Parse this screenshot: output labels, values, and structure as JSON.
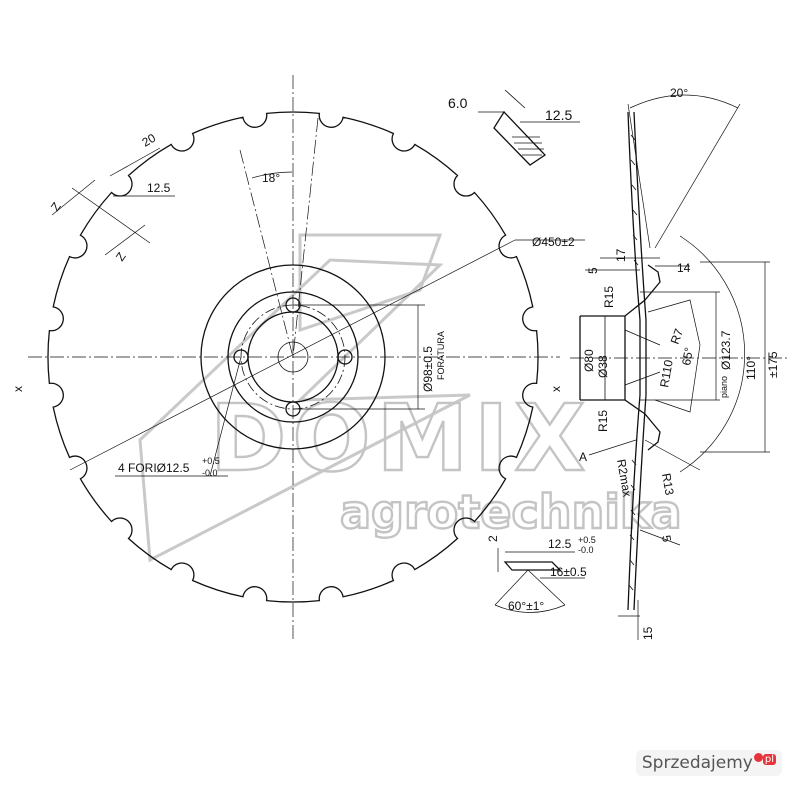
{
  "dimensions": {
    "outer_diameter": "Ø450±2",
    "bolt_circle": "Ø98±0.5",
    "foratura": "FORATURA",
    "holes_prefix": "4 FORIØ12.5",
    "holes_tol_upper": "+0.5",
    "holes_tol_lower": "-0.0",
    "notch_pitch_angle": "18°",
    "notch_radius": "20",
    "notch_width": "12.5",
    "z_label": "Z",
    "x_label": "x"
  },
  "detail_top": {
    "thickness": "6.0",
    "bevel": "12.5"
  },
  "detail_bottom": {
    "height": "2",
    "width_value": "12.5",
    "width_tol_upper": "+0.5",
    "width_tol_lower": "-0.0",
    "depth": "16±0.5",
    "angle": "60°±1°"
  },
  "section": {
    "cone_angle": "20°",
    "d17": "17",
    "d5_top": "5",
    "d14": "14",
    "r15_top": "R15",
    "r7": "R7",
    "d38": "Ø38",
    "d80": "Ø80",
    "d123": "Ø123.7",
    "piano": "piano",
    "angle65": "65°",
    "r110": "R110",
    "d110": "110°",
    "d175": "±175",
    "r15_bottom": "R15",
    "label_a": "A",
    "r2max": "R2max",
    "r13": "R13",
    "d5_bottom": "5",
    "d15": "15"
  },
  "watermark": {
    "logo_text": "DOMIX",
    "subtitle": "agrotechnika"
  },
  "site_logo": {
    "text": "Sprzedajemy",
    "tld": "pl"
  },
  "colors": {
    "line": "#111111",
    "watermark": "#c4c4c4",
    "logo_accent": "#e8333a"
  }
}
